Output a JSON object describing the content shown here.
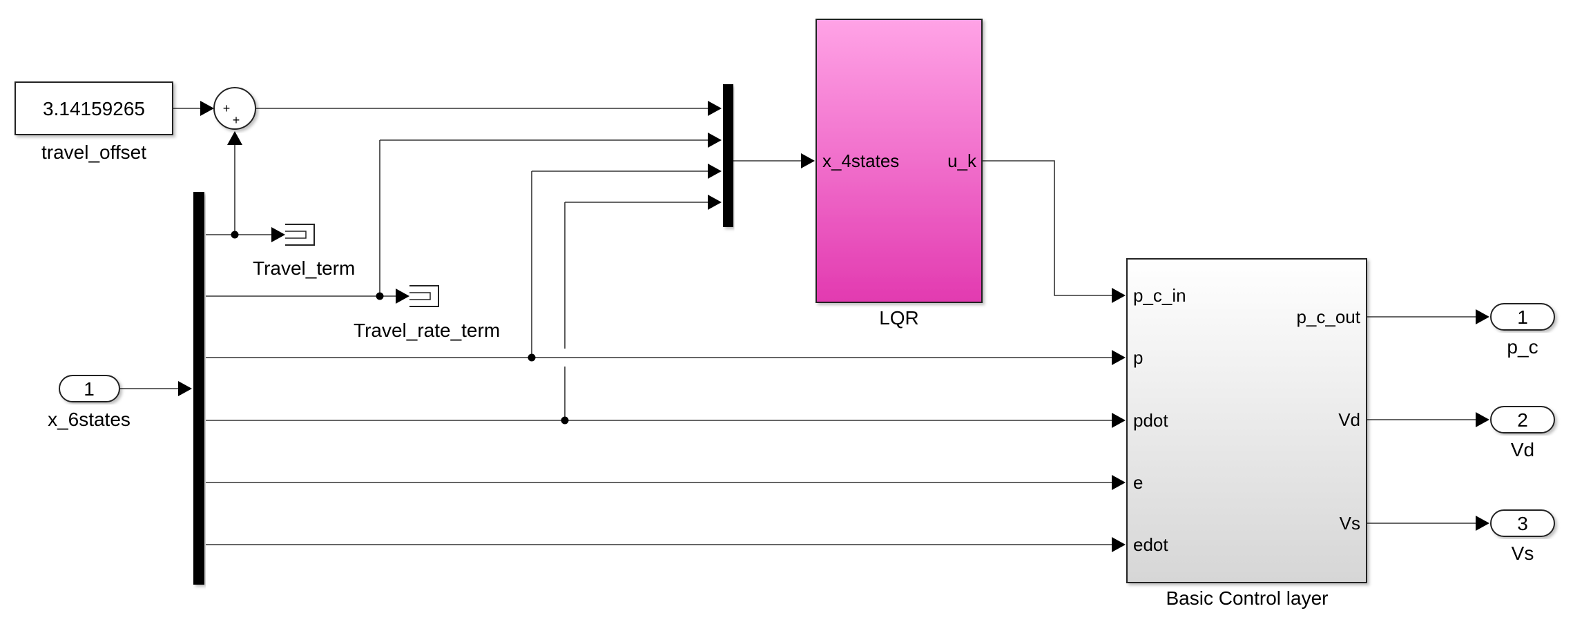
{
  "blocks": {
    "constant": {
      "value": "3.14159265",
      "label": "travel_offset"
    },
    "sum": {
      "signs": [
        "+",
        "+"
      ]
    },
    "inport_x": {
      "number": "1",
      "label": "x_6states"
    },
    "terminator_travel": {
      "label": "Travel_term"
    },
    "terminator_travel_rate": {
      "label": "Travel_rate_term"
    },
    "lqr": {
      "label": "LQR",
      "input_port": "x_4states",
      "output_port": "u_k",
      "color_top": "#ffa3e6",
      "color_bottom": "#e23ab0"
    },
    "basic_control": {
      "label": "Basic Control layer",
      "input_ports": [
        "p_c_in",
        "p",
        "pdot",
        "e",
        "edot"
      ],
      "output_ports": [
        "p_c_out",
        "Vd",
        "Vs"
      ]
    },
    "outport_pc": {
      "number": "1",
      "label": "p_c"
    },
    "outport_vd": {
      "number": "2",
      "label": "Vd"
    },
    "outport_vs": {
      "number": "3",
      "label": "Vs"
    }
  }
}
